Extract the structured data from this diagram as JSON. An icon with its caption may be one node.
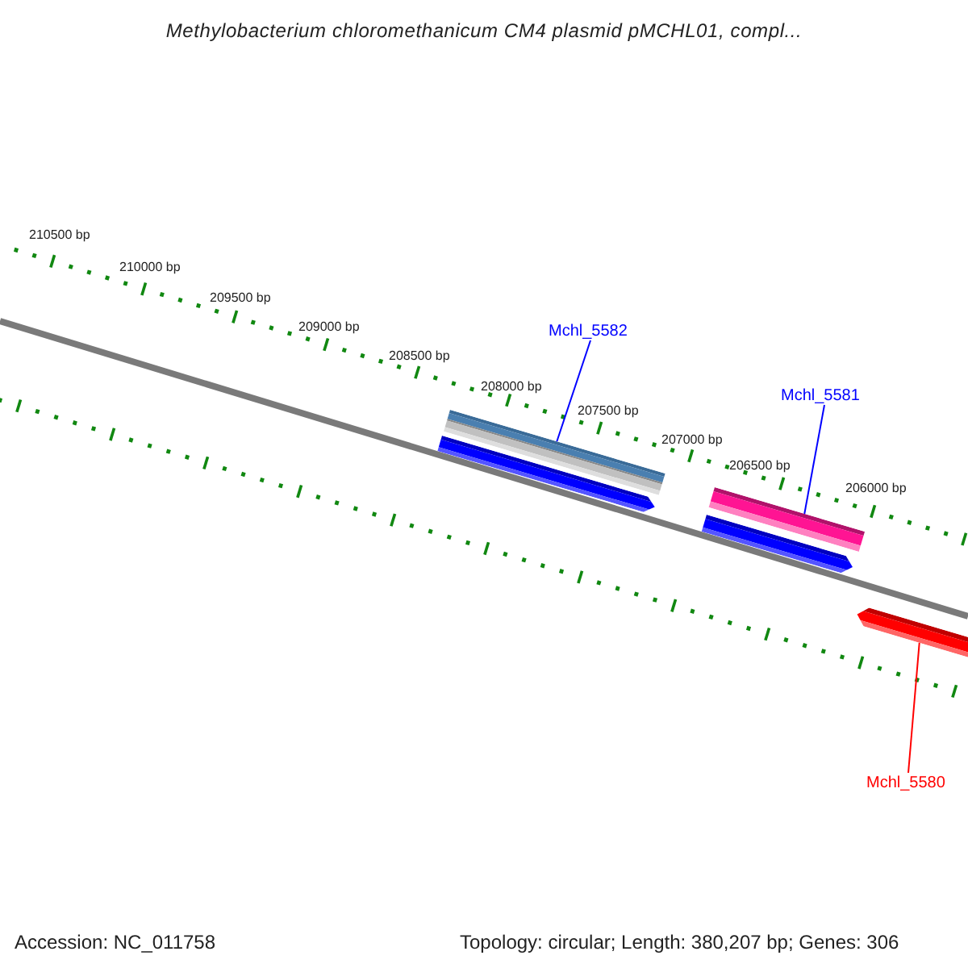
{
  "diagram": {
    "title": "Methylobacterium chloromethanicum CM4 plasmid pMCHL01, compl...",
    "nodes": [
      {
        "text": [
          "Mchl_5582"
        ]
      },
      {
        "text": [
          "Mchl_5581"
        ]
      },
      {
        "text": [],
        "shape": "bar"
      },
      {
        "text": [],
        "shape": "bar"
      },
      {
        "text": [],
        "shape": "bar"
      },
      {
        "text": [],
        "shape": "bar"
      },
      {
        "text": [],
        "shape": "bar"
      },
      {
        "text": [
          "Mchl_5580"
        ]
      }
    ],
    "edges": [
      {
        "from": 0,
        "to": 2,
        "arrow": "none"
      },
      {
        "from": 1,
        "to": 4,
        "arrow": "none"
      },
      {
        "from": 7,
        "to": 6,
        "arrow": "none",
        "color": "#ff0000"
      }
    ],
    "labels": [
      "210500 bp",
      "210000 bp",
      "209500 bp",
      "209000 bp",
      "208500 bp",
      "208000 bp",
      "207500 bp",
      "207000 bp",
      "206500 bp",
      "206000 bp",
      "Accession: NC_011758",
      "Topology: circular; Length: 380,207 bp; Genes: 306"
    ]
  }
}
